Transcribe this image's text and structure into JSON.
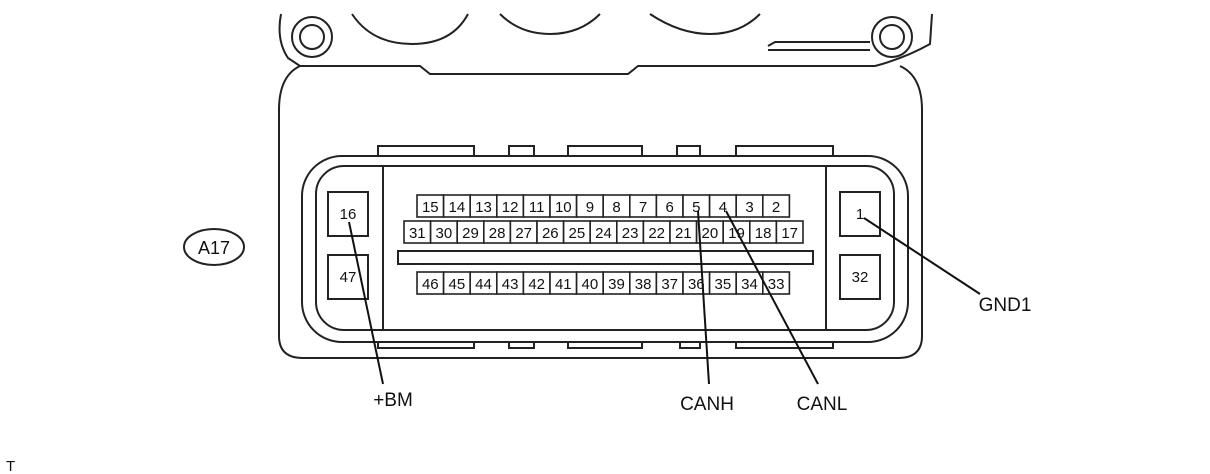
{
  "connector": {
    "id": "A17",
    "row_top": [
      "15",
      "14",
      "13",
      "12",
      "11",
      "10",
      "9",
      "8",
      "7",
      "6",
      "5",
      "4",
      "3",
      "2"
    ],
    "row_mid": [
      "31",
      "30",
      "29",
      "28",
      "27",
      "26",
      "25",
      "24",
      "23",
      "22",
      "21",
      "20",
      "19",
      "18",
      "17"
    ],
    "row_bot": [
      "46",
      "45",
      "44",
      "43",
      "42",
      "41",
      "40",
      "39",
      "38",
      "37",
      "36",
      "35",
      "34",
      "33"
    ],
    "left_pins": [
      "16",
      "47"
    ],
    "right_pins": [
      "1",
      "32"
    ]
  },
  "callouts": {
    "bm": "+BM",
    "canh": "CANH",
    "canl": "CANL",
    "gnd1": "GND1"
  },
  "footer_mark": "T"
}
